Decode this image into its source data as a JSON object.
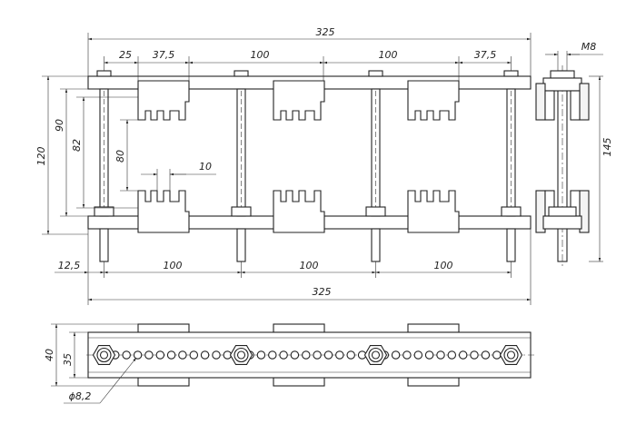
{
  "drawing": {
    "front": {
      "overall": "325",
      "top_dims": [
        "25",
        "37,5",
        "100",
        "100",
        "37,5"
      ],
      "left_dims": [
        "120",
        "90",
        "82",
        "80"
      ],
      "inner_dim": "10",
      "bottom_dims": [
        "12,5",
        "100",
        "100",
        "100"
      ],
      "bottom_overall": "325"
    },
    "side": {
      "bolt": "M8",
      "height": "145"
    },
    "plan": {
      "height_outer": "40",
      "height_inner": "35",
      "hole": "ϕ8,2"
    }
  }
}
